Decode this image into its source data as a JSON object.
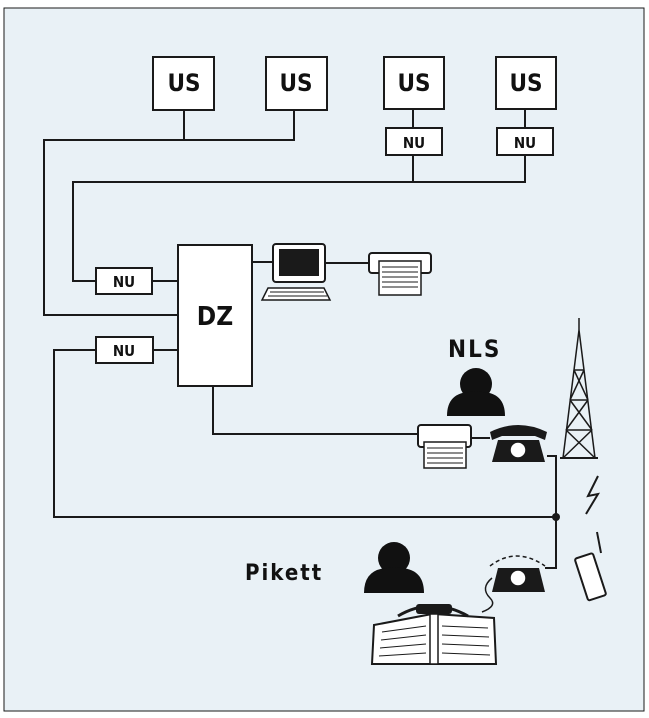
{
  "labels": {
    "us_1": "US",
    "us_2": "US",
    "us_3": "US",
    "us_4": "US",
    "nu_us3": "NU",
    "nu_us4": "NU",
    "nu_left_upper": "NU",
    "nu_left_lower": "NU",
    "dz": "DZ",
    "nls": "NLS",
    "pikett": "Pikett"
  },
  "colors": {
    "background": "#e9f1f6",
    "line": "#1a1a1a",
    "box_fill": "#ffffff",
    "figure": "#111111"
  },
  "icons": [
    "computer-icon",
    "printer-icon",
    "fax-icon",
    "telephone-icon",
    "person-icon",
    "radio-tower-icon",
    "lightning-icon",
    "pager-icon",
    "binder-icon"
  ]
}
